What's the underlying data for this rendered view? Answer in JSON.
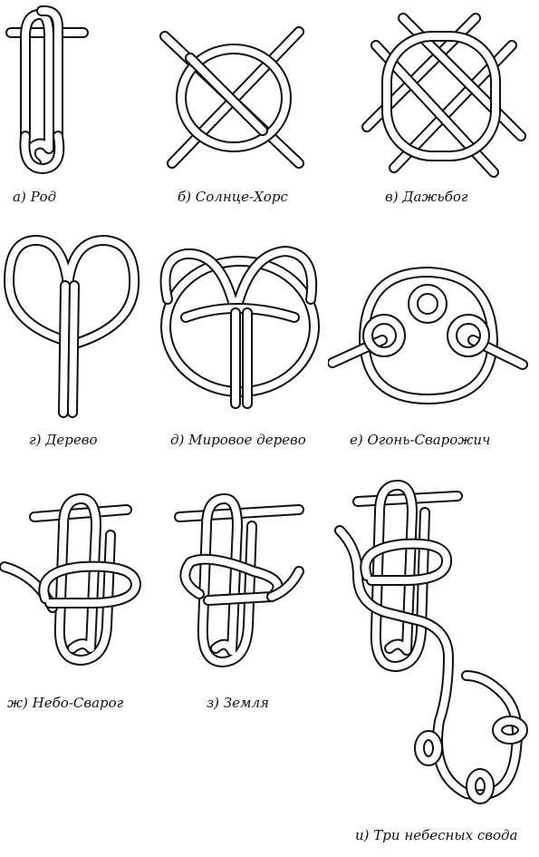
{
  "colors": {
    "ink": "#111111",
    "paper": "#ffffff"
  },
  "knots": [
    {
      "id": "a",
      "label": "а) Род"
    },
    {
      "id": "b",
      "label": "б) Солнце-Хорс"
    },
    {
      "id": "v",
      "label": "в) Дажьбог"
    },
    {
      "id": "g",
      "label": "г) Дерево"
    },
    {
      "id": "d",
      "label": "д) Мировое дерево"
    },
    {
      "id": "e",
      "label": "е) Огонь-Сварожич"
    },
    {
      "id": "zh",
      "label": "ж) Небо-Сварог"
    },
    {
      "id": "z",
      "label": "з) Земля"
    },
    {
      "id": "i",
      "label": "и) Три небесных свода"
    }
  ]
}
